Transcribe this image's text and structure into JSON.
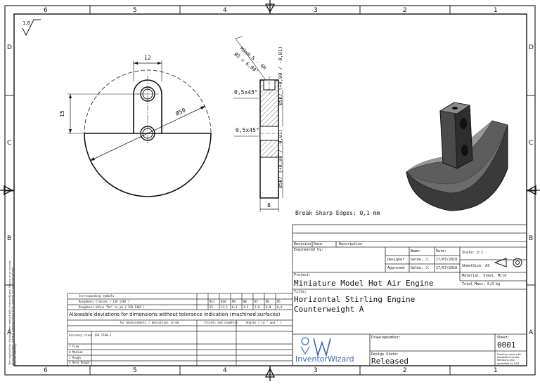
{
  "sheet": {
    "columns_top": [
      "6",
      "5",
      "4",
      "3",
      "2",
      "1"
    ],
    "columns_bottom": [
      "6",
      "5",
      "4",
      "3",
      "2",
      "1"
    ],
    "rows_left": [
      "D",
      "C",
      "B",
      "A"
    ],
    "rows_right": [
      "D",
      "C",
      "B",
      "A"
    ],
    "surface_symbol_value": "1,6",
    "break_edges_note": "Break Sharp Edges: 0,1 mm"
  },
  "dimensions": {
    "d12": "12",
    "d15": "15",
    "d50": "Ø50",
    "thread": "M3x0,5 - 6H",
    "hole": "Ø3 x 6,00°",
    "fit_top": "Ø5k7 (+0,00 / -0,01)",
    "fit_bottom": "Ø5k7 (+0,00 / -0,01)",
    "chamfer1": "0,5x45°",
    "chamfer2": "0,5x45°",
    "d8": "8"
  },
  "tolerance_table": {
    "row1_label": "Corresponding symbols",
    "row2_label": "Roughness Classes ( ISO 1302 )",
    "row3_label": "Roughness Value \"Ra\" in µm ( ISO 1302 )",
    "heading": "Allowable deviations for dimensions without tolerance indication (machined surfaces)",
    "sub_left": "for measurements / deviations in mm",
    "sub_mid": "fillets and chamfers",
    "sub_right": "Angles ( in ° and ' )",
    "grades": [
      "f  Fine",
      "m  Medium",
      "c  Rough",
      "v  Very Rough"
    ],
    "accuracy_label": "Accuracy class ISO 2768-1",
    "classes": [
      "N11",
      "N10",
      "N9",
      "N8",
      "N7",
      "N6",
      "N5"
    ],
    "ra_values": [
      "25",
      "12,5",
      "6,3",
      "3,2",
      "1,6",
      "0,8",
      "0,4"
    ]
  },
  "title_block": {
    "revision_label": "Revision",
    "date_label": "Date",
    "description_label": "Description",
    "engineered_label": "Engineered by:",
    "name_label": "Name:",
    "date2_label": "Date:",
    "designer_label": "Designer",
    "designer_name": "Gelke, J.",
    "designer_date": "17/07/2018",
    "approved_label": "Approved",
    "approved_name": "Gelke, J.",
    "approved_date": "17/07/2018",
    "scale": "Scale: 2:1",
    "sheet_size": "SheetSize: A3",
    "material": "Material: Steel, Mild",
    "mass": "Total Mass: 0,0 kg",
    "project_label": "Project:",
    "project_name": "Miniature Model Hot Air Engine",
    "title_label": "Title:",
    "title_line1": "Horizontal Stirling Engine",
    "title_line2": "Counterweight A",
    "drawing_number_label": "Drawingnumber:",
    "sheet_label": "Sheet:",
    "sheet_number": "0001",
    "status_label": "Design State:",
    "status": "Released",
    "logo_text": "InventorWizard",
    "note": "Drawing made with autodesk Inventor. Revisions only permitted by CAD"
  },
  "side_note": "The copyright for this document remains with InventorWizard. Passing on or copying of this document, use and communication of its contents not permitted without express authority."
}
